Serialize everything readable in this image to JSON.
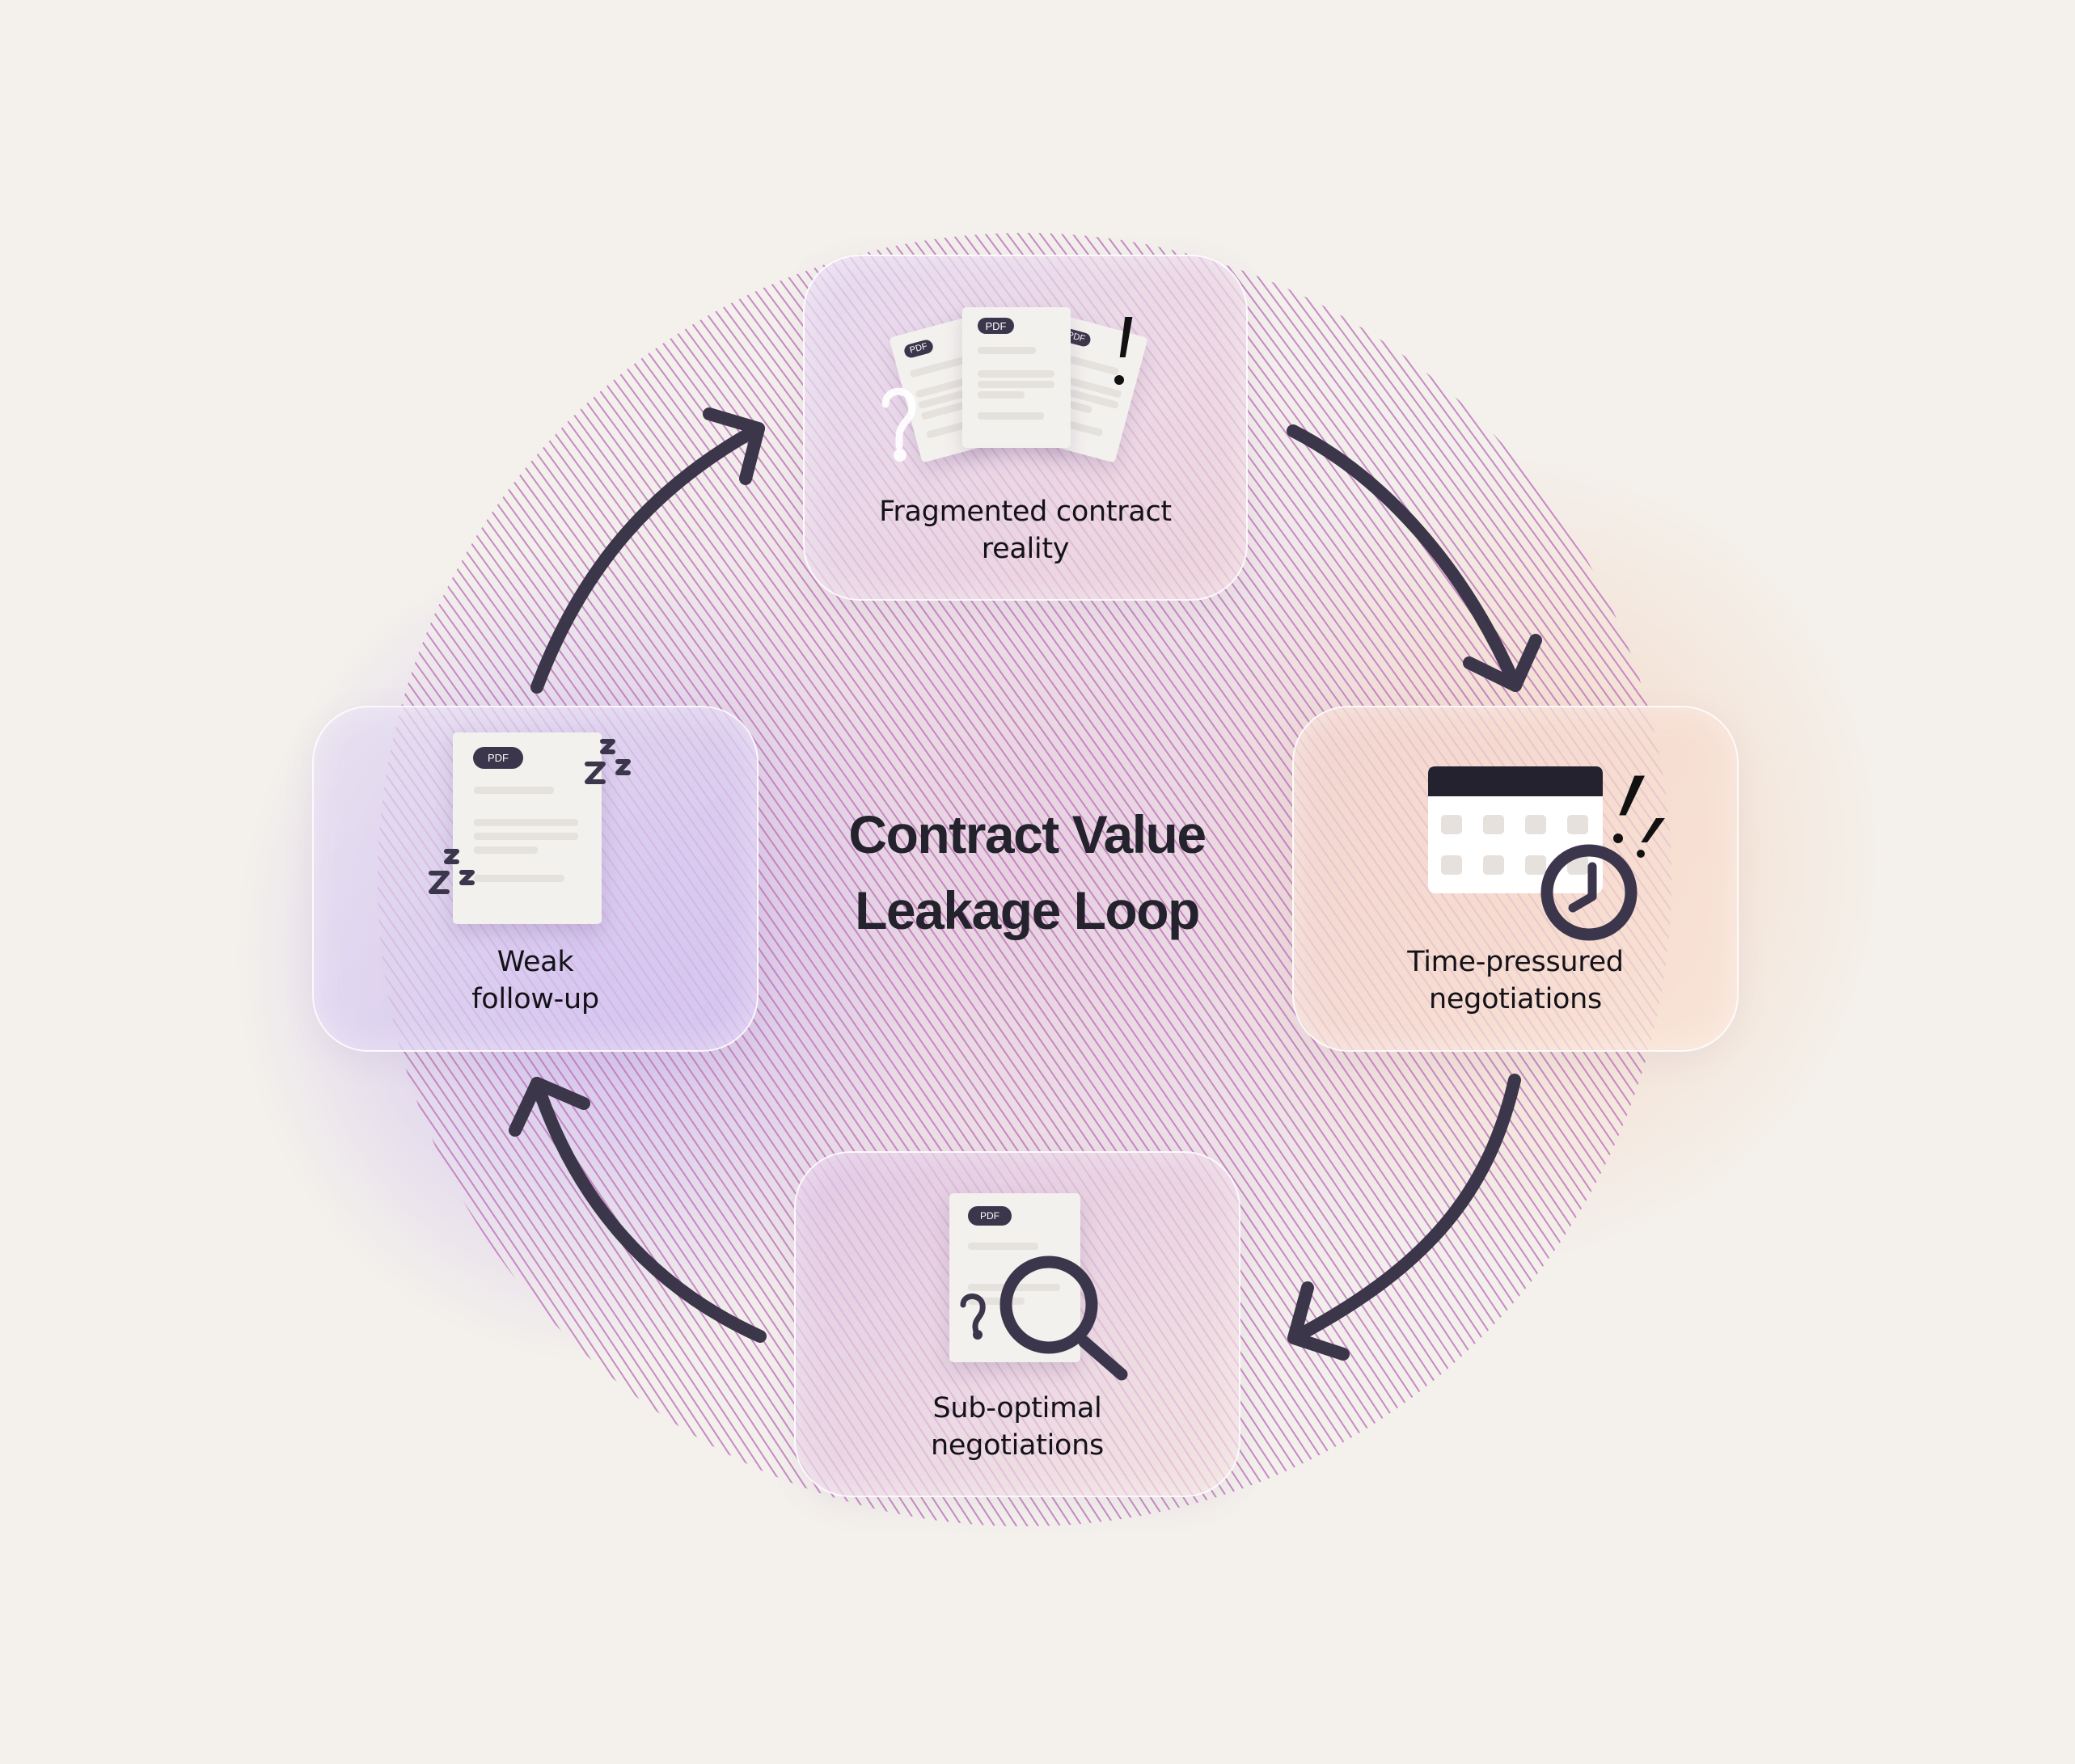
{
  "diagram": {
    "title_line1": "Contract Value",
    "title_line2": "Leakage Loop",
    "type": "cycle",
    "direction": "clockwise",
    "nodes": [
      {
        "id": "top",
        "label_line1": "Fragmented contract",
        "label_line2": "reality",
        "icon": "scattered-pdf-documents-icon",
        "badge_text": "PDF"
      },
      {
        "id": "right",
        "label_line1": "Time-pressured",
        "label_line2": "negotiations",
        "icon": "calendar-clock-icon"
      },
      {
        "id": "bottom",
        "label_line1": "Sub-optimal",
        "label_line2": "negotiations",
        "icon": "pdf-magnifier-icon",
        "badge_text": "PDF"
      },
      {
        "id": "left",
        "label_line1": "Weak",
        "label_line2": "follow-up",
        "icon": "sleeping-pdf-icon",
        "badge_text": "PDF"
      }
    ],
    "edges": [
      {
        "from": "top",
        "to": "right"
      },
      {
        "from": "right",
        "to": "bottom"
      },
      {
        "from": "bottom",
        "to": "left"
      },
      {
        "from": "left",
        "to": "top"
      }
    ],
    "colors": {
      "background": "#f4f1ec",
      "arrow": "#3b3649",
      "text": "#141218",
      "title": "#24222c",
      "badge": "#3c364c",
      "hatch_purple": "#8a5ae8",
      "hatch_pink": "#d07a98",
      "hatch_orange": "#f0a070"
    }
  }
}
